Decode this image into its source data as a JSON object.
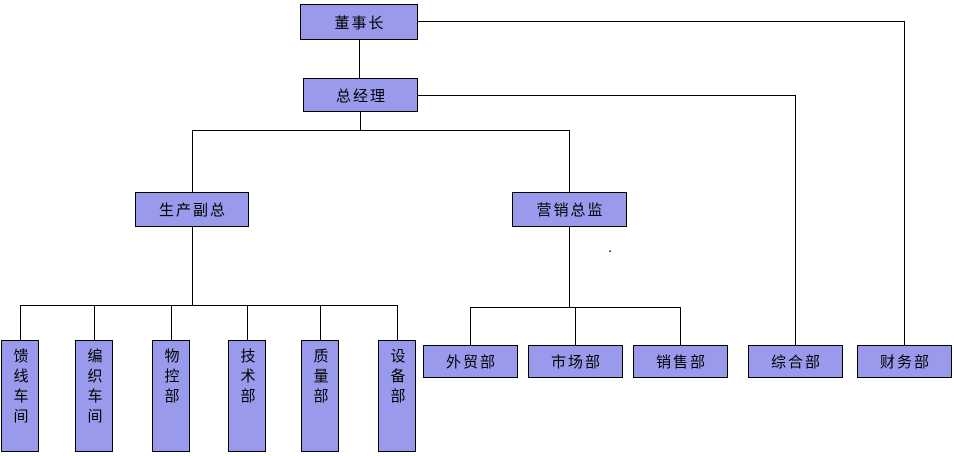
{
  "diagram": {
    "type": "org-chart",
    "nodes": {
      "chairman": "董事长",
      "general_manager": "总经理",
      "production_vp": "生产副总",
      "marketing_director": "营销总监",
      "feeder_workshop": "馈线车间",
      "weaving_workshop": "编织车间",
      "material_control_dept": "物控部",
      "technology_dept": "技术部",
      "quality_dept": "质量部",
      "equipment_dept": "设备部",
      "foreign_trade_dept": "外贸部",
      "marketing_dept": "市场部",
      "sales_dept": "销售部",
      "general_affairs_dept": "综合部",
      "finance_dept": "财务部"
    },
    "stray_mark": ".",
    "colors": {
      "node_fill": "#9a9aec",
      "node_border": "#000000",
      "line": "#000000",
      "background": "#ffffff"
    }
  }
}
